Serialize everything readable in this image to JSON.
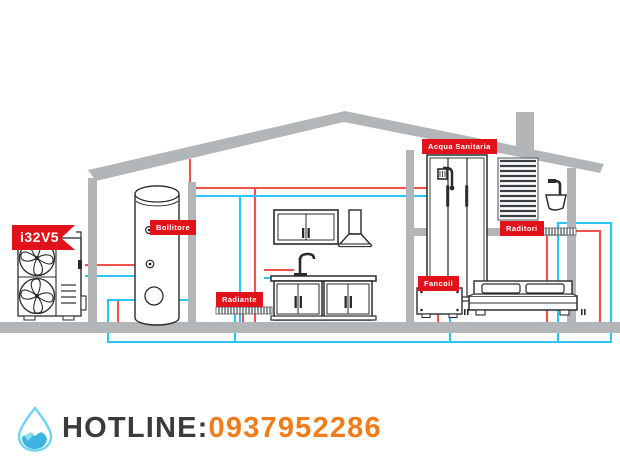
{
  "diagram": {
    "title": "Heat pump heating system house cross-section",
    "labels": {
      "heat_pump": "i32V5",
      "boiler_tank": "Bollitore",
      "underfloor_heating": "Radiante",
      "fan_coil": "Fancoil",
      "domestic_hot_water": "Acqua Sanitaria",
      "towel_radiator": "Raditori"
    },
    "colors": {
      "badge_red": "#e1121a",
      "hot_pipe": "#f4504a",
      "cold_pipe": "#29c5f6",
      "wall_gray": "#b3b6b9",
      "outline_dark": "#2b2b2b",
      "drop_light": "#6fd3f2",
      "drop_dark": "#2a9fd6"
    },
    "equipment": [
      {
        "name": "outdoor-heat-pump-unit",
        "label": "i32V5",
        "fans": 2
      },
      {
        "name": "hot-water-storage-tank",
        "label": "Bollitore"
      },
      {
        "name": "underfloor-radiant-panel",
        "label": "Radiante"
      },
      {
        "name": "fan-coil-unit",
        "label": "Fancoil"
      },
      {
        "name": "shower-enclosure",
        "label": "Acqua Sanitaria"
      },
      {
        "name": "towel-radiator",
        "label": "Raditori"
      }
    ],
    "rooms": [
      {
        "name": "kitchen",
        "items": [
          "wall-cabinet",
          "range-hood",
          "sink-faucet",
          "base-cabinets"
        ]
      },
      {
        "name": "bathroom",
        "items": [
          "shower-enclosure",
          "towel-radiator",
          "wash-basin"
        ]
      },
      {
        "name": "bedroom",
        "items": [
          "double-bed"
        ]
      },
      {
        "name": "technical-room",
        "items": [
          "hot-water-storage-tank"
        ]
      }
    ]
  },
  "footer": {
    "hotline_word": "HOTLINE:",
    "hotline_number": "0937952286",
    "drop_icon": "water-drop-icon"
  }
}
